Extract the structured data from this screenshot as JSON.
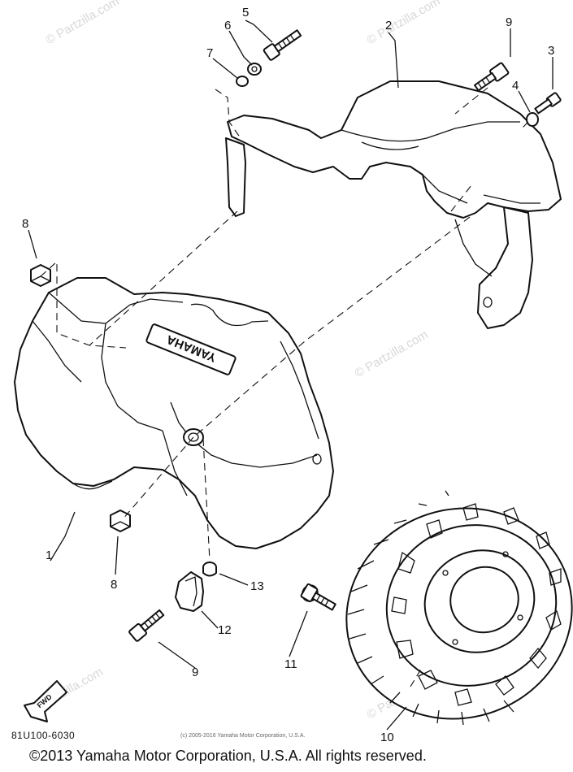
{
  "diagram": {
    "callouts": {
      "c1": "1",
      "c2": "2",
      "c3": "3",
      "c4": "4",
      "c5": "5",
      "c6": "6",
      "c7": "7",
      "c8a": "8",
      "c8b": "8",
      "c9a": "9",
      "c9b": "9",
      "c10": "10",
      "c11": "11",
      "c12": "12",
      "c13": "13"
    },
    "emblem_text": "YAMAHA",
    "fwd_text": "FWD",
    "watermark_text": "© Partzilla.com",
    "part_code": "81U100-6030",
    "fine_copyright": "(c) 2005-2016 Yamaha Motor Corporation, U.S.A.",
    "copyright": "©2013 Yamaha Motor Corporation, U.S.A. All rights reserved."
  }
}
